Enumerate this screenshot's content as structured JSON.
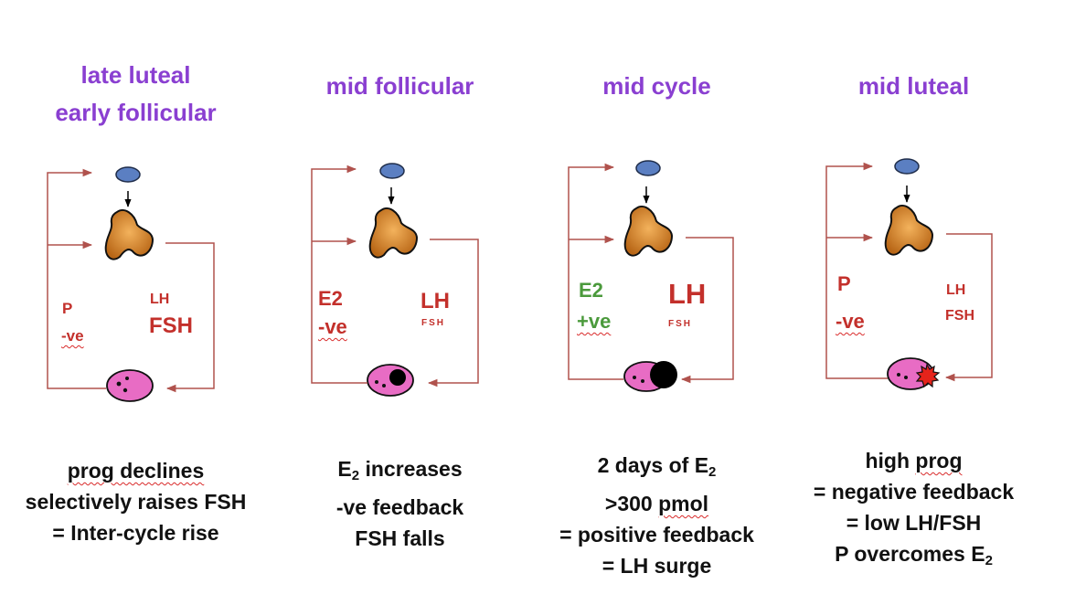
{
  "colors": {
    "title": "#8a3fd1",
    "hormone_red": "#c3302b",
    "positive_green": "#4b9a3c",
    "hypothalamus": "#5b7fc2",
    "pituitary": "#e08a2a",
    "ovary": "#e86cc4",
    "arrow": "#b0524d"
  },
  "panels": [
    {
      "title_lines": [
        "late luteal",
        "early follicular"
      ],
      "feedback": {
        "hormone": "P",
        "sign": "-ve",
        "color": "red"
      },
      "gonadotropins": {
        "lh": "LH",
        "fsh": "FSH"
      },
      "ovary_state": "small-follicles",
      "caption": [
        {
          "main": "prog declines"
        },
        {
          "main": "selectively raises FSH"
        },
        {
          "main": "= Inter-cycle rise"
        }
      ]
    },
    {
      "title_lines": [
        "mid follicular"
      ],
      "feedback": {
        "hormone": "E2",
        "sign": "-ve",
        "color": "red"
      },
      "gonadotropins": {
        "lh": "LH",
        "fsh": "FSH"
      },
      "ovary_state": "dominant-follicle",
      "caption": [
        {
          "main": "E",
          "sub": "2",
          "after": " increases"
        },
        {
          "main": "-ve feedback"
        },
        {
          "main": "FSH falls"
        }
      ]
    },
    {
      "title_lines": [
        "mid cycle"
      ],
      "feedback": {
        "hormone": "E2",
        "sign": "+ve",
        "color": "green"
      },
      "gonadotropins": {
        "lh": "LH",
        "fsh": "FSH"
      },
      "ovary_state": "preovulatory-follicle",
      "caption": [
        {
          "main": "2 days of E",
          "sub": "2"
        },
        {
          "main": ">300 pmol"
        },
        {
          "main": "= positive feedback"
        },
        {
          "main": "= LH surge"
        }
      ]
    },
    {
      "title_lines": [
        "mid luteal"
      ],
      "feedback": {
        "hormone": "P",
        "sign": "-ve",
        "color": "red"
      },
      "gonadotropins": {
        "lh": "LH",
        "fsh": "FSH"
      },
      "ovary_state": "corpus-luteum",
      "caption": [
        {
          "main": "high prog"
        },
        {
          "main": "= negative feedback"
        },
        {
          "main": "= low LH/FSH"
        },
        {
          "main": "P overcomes E",
          "sub": "2"
        }
      ]
    }
  ]
}
